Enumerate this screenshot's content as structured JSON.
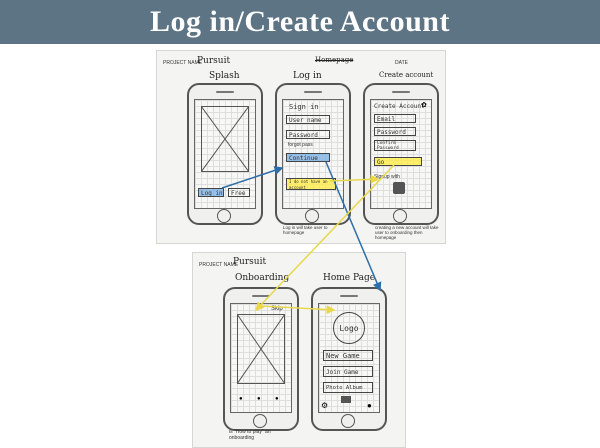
{
  "slide": {
    "title": "Log in/Create Account"
  },
  "sheet1": {
    "project_label": "PROJECT NAME",
    "project_name": "Pursuit",
    "header_mid": "Homepage",
    "date_label": "DATE",
    "splash": {
      "title": "Splash",
      "login_btn": "Log in",
      "free_btn": "Free"
    },
    "login": {
      "title": "Log in",
      "heading": "Sign in",
      "username": "User name",
      "password": "Password",
      "forgot": "forgot pass",
      "continue_btn": "Continue",
      "no_account": "I do not have an account",
      "note": "Log in will take user to homepage"
    },
    "create": {
      "title": "Create account",
      "heading": "Create Account",
      "email": "Email",
      "password": "Password",
      "confirm": "Confirm Password",
      "go_btn": "Go",
      "signup_with": "Signup with",
      "note": "creating a new account will take user to onboarding then homepage"
    }
  },
  "sheet2": {
    "project_label": "PROJECT NAME",
    "project_name": "Pursuit",
    "onboarding": {
      "title": "Onboarding",
      "skip": "Skip",
      "note": "is \"How to play\" an onboarding"
    },
    "home": {
      "title": "Home Page",
      "logo": "Logo",
      "new_game": "New Game",
      "join_game": "Join Game",
      "photo_album": "Photo Album"
    }
  },
  "colors": {
    "banner": "#5d7485",
    "highlight_yellow": "#ffeb3c",
    "highlight_blue": "#78afe6",
    "arrow_blue": "#2e6ea8",
    "arrow_yellow": "#e8d84a"
  }
}
